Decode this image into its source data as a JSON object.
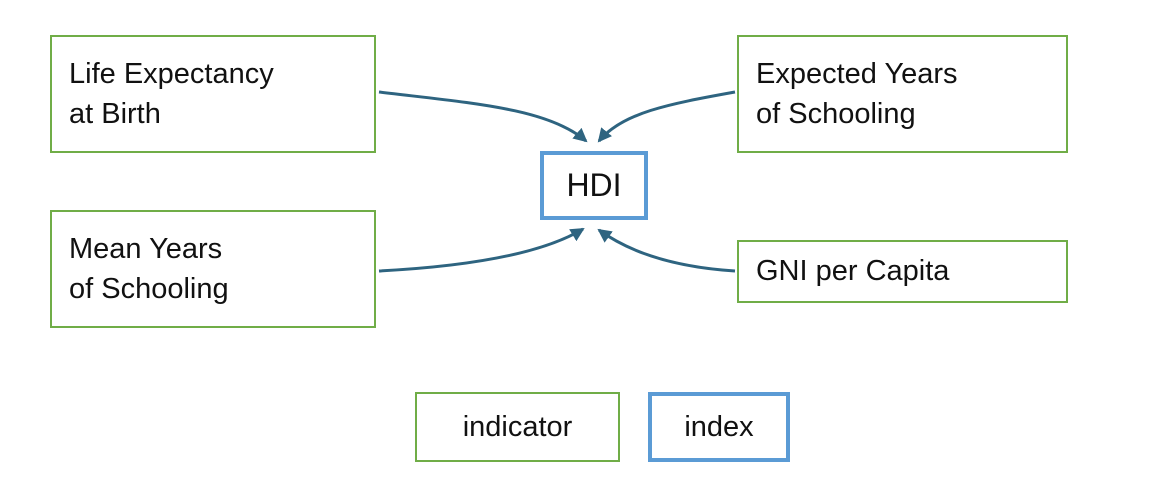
{
  "nodes": {
    "life_expectancy": {
      "label": "Life Expectancy\nat Birth",
      "type": "indicator"
    },
    "expected_years": {
      "label": "Expected Years\nof Schooling",
      "type": "indicator"
    },
    "mean_years": {
      "label": "Mean Years\nof Schooling",
      "type": "indicator"
    },
    "gni_per_capita": {
      "label": "GNI per Capita",
      "type": "indicator"
    },
    "hdi": {
      "label": "HDI",
      "type": "index"
    }
  },
  "edges": [
    {
      "from": "life_expectancy",
      "to": "hdi"
    },
    {
      "from": "expected_years",
      "to": "hdi"
    },
    {
      "from": "mean_years",
      "to": "hdi"
    },
    {
      "from": "gni_per_capita",
      "to": "hdi"
    }
  ],
  "legend": {
    "indicator_label": "indicator",
    "index_label": "index"
  },
  "colors": {
    "indicator_border": "#70AD47",
    "index_border": "#5B9BD5",
    "arrow": "#2E6480",
    "text": "#111111",
    "background": "#FFFFFF"
  }
}
